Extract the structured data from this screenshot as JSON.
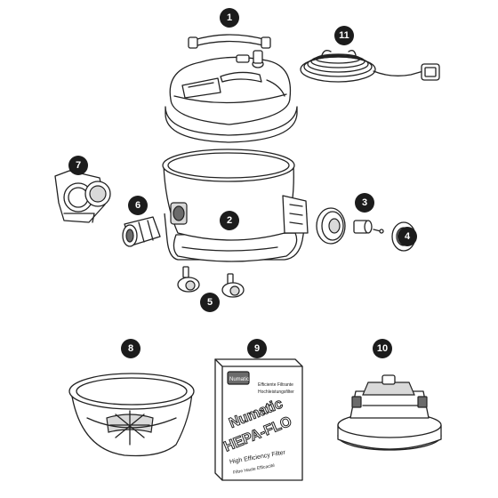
{
  "callouts": [
    {
      "id": "1",
      "label": "1"
    },
    {
      "id": "2",
      "label": "2"
    },
    {
      "id": "3",
      "label": "3"
    },
    {
      "id": "4",
      "label": "4"
    },
    {
      "id": "5",
      "label": "5"
    },
    {
      "id": "6",
      "label": "6"
    },
    {
      "id": "7",
      "label": "7"
    },
    {
      "id": "8",
      "label": "8"
    },
    {
      "id": "9",
      "label": "9"
    },
    {
      "id": "10",
      "label": "10"
    },
    {
      "id": "11",
      "label": "11"
    }
  ],
  "filter_box": {
    "brand": "Numatic",
    "product_line_1": "Numatic",
    "product_line_2": "HEPA-FLO",
    "tag_fr": "Efficiente Filtrante",
    "tag_de": "Hochleistungsfilter",
    "tag_en": "High Efficiency Filter",
    "tag_fr2": "Filtre Haute Efficacité",
    "logo_text": "Numatic"
  },
  "colors": {
    "badge": "#1c1c1c",
    "line": "#222222",
    "shade": "#d9d9d9",
    "dark_shade": "#6b6b6b"
  }
}
